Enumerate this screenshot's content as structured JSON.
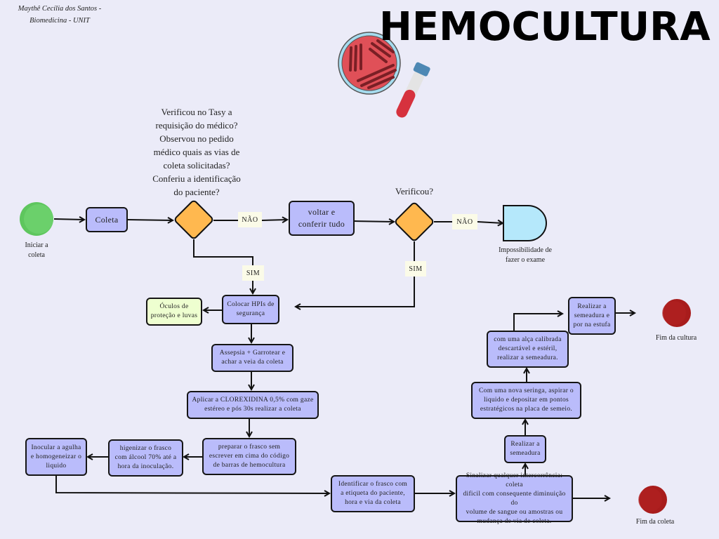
{
  "author": "Maythê Cecília dos Santos -\nBiomedicina - UNIT",
  "title": "HEMOCULTURA",
  "colors": {
    "background": "#ebebf8",
    "box": "#babcfb",
    "decision": "#ffb84f",
    "start": "#5ec65e",
    "end": "#a81c1c",
    "terminal": "#b5e8fb",
    "ppe_box": "#eeffd0"
  },
  "decoration": {
    "petri_dish_icon": "petri-dish-icon",
    "test_tube_icon": "blood-test-tube-icon"
  },
  "start": {
    "label": "Iniciar a\ncoleta"
  },
  "nodes": {
    "coleta": "Coleta",
    "question": "Verificou  no Tasy a\nrequisição do médico?\nObservou no pedido\nmédico quais as vias de\ncoleta solicitadas?\nConferiu a identificação\ndo paciente?",
    "voltar": "voltar e\nconferir tudo",
    "verificou": "Verificou?",
    "impossibilidade": "Impossibilidade de\nfazer o exame",
    "hpis": "Colocar HPIs de\nsegurança",
    "oculos": "Óculos de\nproteção e luvas",
    "assepsia": "Assepsia +  Garrotear e\nachar a veia da coleta",
    "aplicar": "Aplicar a CLOREXIDINA 0,5% com gaze\nestéreo e pós 30s realizar a coleta",
    "preparar": "preparar o frasco sem\nescrever em cima do código\nde barras de hemocultura",
    "higienizar": "higenizar o  frasco\ncom álcool 70% até a\nhora da inoculação.",
    "inocular": "Inocular a agulha\ne homogeneizar o\nliquido",
    "identificar": "Identificar o frasco com\na etiqueta do paciente,\nhora  e via da coleta",
    "sinalizar": "Sinalizar qualquer intercorrência: coleta\ndificil com consequente diminuição do\nvolume de sangue ou amostras ou\nmudança de via de coleta.",
    "semeadura": "Realizar a\nsemeadura",
    "seringa": "Com uma  nova seringa, aspirar o\nliquido e depositar em pontos\nestratégicos na placa de semeio.",
    "alca": "com uma alça calibrada\ndescartável e estéril,\nrealizar a semeadura.",
    "estufa": "Realizar a\nsemeadura e\npor na estufa"
  },
  "edges": {
    "nao1": "NÃO",
    "sim1": "SIM",
    "nao2": "NÃO",
    "sim2": "SIM"
  },
  "ends": {
    "coleta": "Fim da coleta",
    "cultura": "Fim da cultura"
  }
}
